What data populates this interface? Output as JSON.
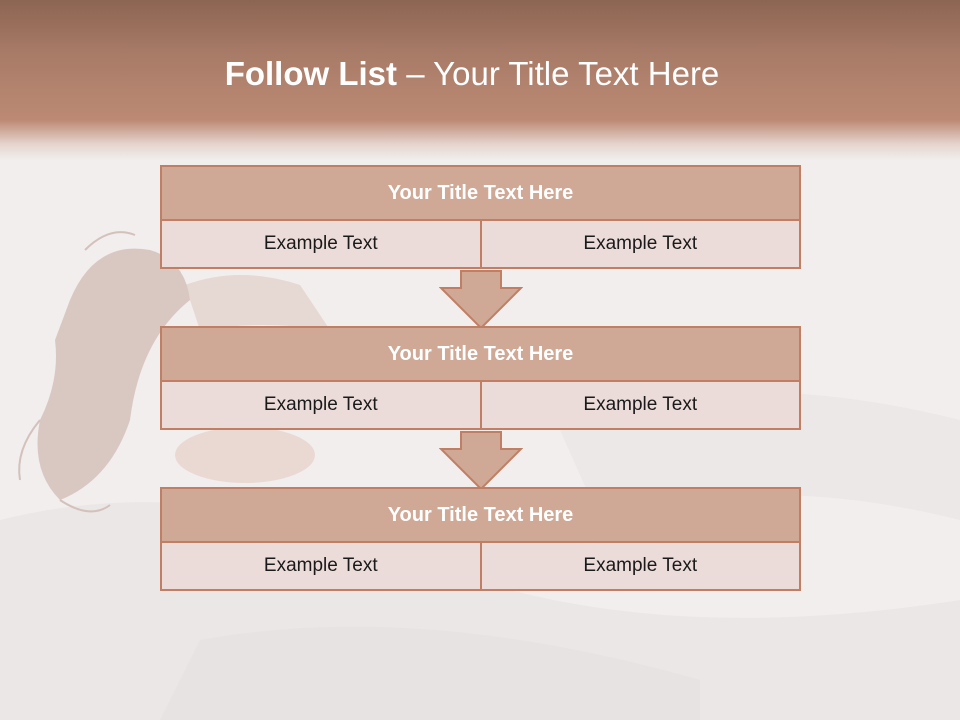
{
  "slide": {
    "title_bold": "Follow List",
    "title_rest": " – Your Title Text Here"
  },
  "blocks": [
    {
      "title": "Your Title Text Here",
      "left": "Example Text",
      "right": "Example Text"
    },
    {
      "title": "Your Title Text Here",
      "left": "Example Text",
      "right": "Example Text"
    },
    {
      "title": "Your Title Text Here",
      "left": "Example Text",
      "right": "Example Text"
    }
  ],
  "colors": {
    "header": "#b3826c",
    "box_title": "#cfa896",
    "box_cell": "#ecdcd9",
    "border": "#c07f64"
  },
  "icons": [
    "down-arrow-icon"
  ]
}
